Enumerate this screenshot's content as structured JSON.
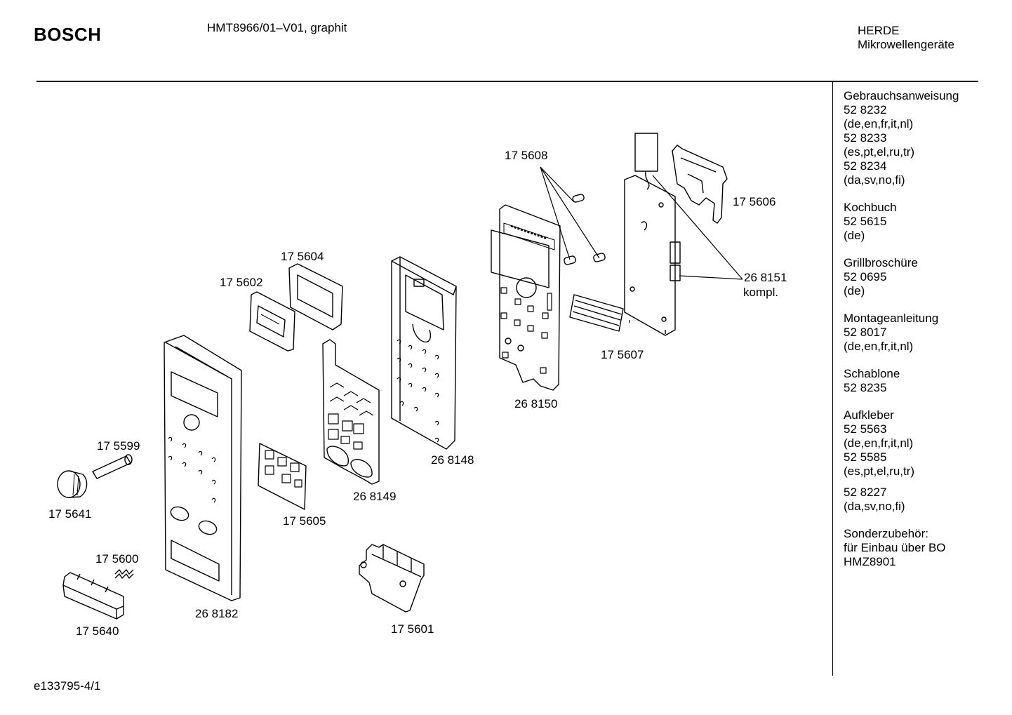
{
  "header": {
    "brand": "BOSCH",
    "model": "HMT8966/01–V01, graphit",
    "category_line1": "HERDE",
    "category_line2": "Mikrowellengeräte"
  },
  "parts": [
    {
      "id": "p1",
      "label": "17 5608"
    },
    {
      "id": "p2",
      "label": "17 5606"
    },
    {
      "id": "p3",
      "label": "17 5604"
    },
    {
      "id": "p4",
      "label": "17 5602"
    },
    {
      "id": "p5",
      "label": "26 8151"
    },
    {
      "id": "p5b",
      "label": "kompl."
    },
    {
      "id": "p6",
      "label": "17 5607"
    },
    {
      "id": "p7",
      "label": "26 8150"
    },
    {
      "id": "p8",
      "label": "26 8148"
    },
    {
      "id": "p9",
      "label": "17 5599"
    },
    {
      "id": "p10",
      "label": "26 8149"
    },
    {
      "id": "p11",
      "label": "17 5641"
    },
    {
      "id": "p12",
      "label": "17 5605"
    },
    {
      "id": "p13",
      "label": "17 5600"
    },
    {
      "id": "p14",
      "label": "26 8182"
    },
    {
      "id": "p15",
      "label": "17 5601"
    },
    {
      "id": "p16",
      "label": "17 5640"
    }
  ],
  "documents": [
    {
      "lines": [
        "Gebrauchsanweisung",
        "52 8232",
        "(de,en,fr,it,nl)",
        "52 8233",
        "(es,pt,el,ru,tr)",
        "52 8234",
        "(da,sv,no,fi)"
      ]
    },
    {
      "lines": [
        "Kochbuch",
        "52 5615",
        "(de)"
      ]
    },
    {
      "lines": [
        "Grillbroschüre",
        "52 0695",
        "(de)"
      ]
    },
    {
      "lines": [
        "Montageanleitung",
        "52 8017",
        "(de,en,fr,it,nl)"
      ]
    },
    {
      "lines": [
        "Schablone",
        "52 8235"
      ]
    },
    {
      "lines": [
        "Aufkleber",
        "52 5563",
        "(de,en,fr,it,nl)",
        "52 5585",
        "(es,pt,el,ru,tr)"
      ]
    },
    {
      "lines": [
        "52 8227",
        "(da,sv,no,fi)"
      ]
    },
    {
      "lines": [
        "Sonderzubehör:",
        "für Einbau über BO",
        "HMZ8901"
      ]
    }
  ],
  "footer": {
    "code": "e133795-4/1"
  }
}
